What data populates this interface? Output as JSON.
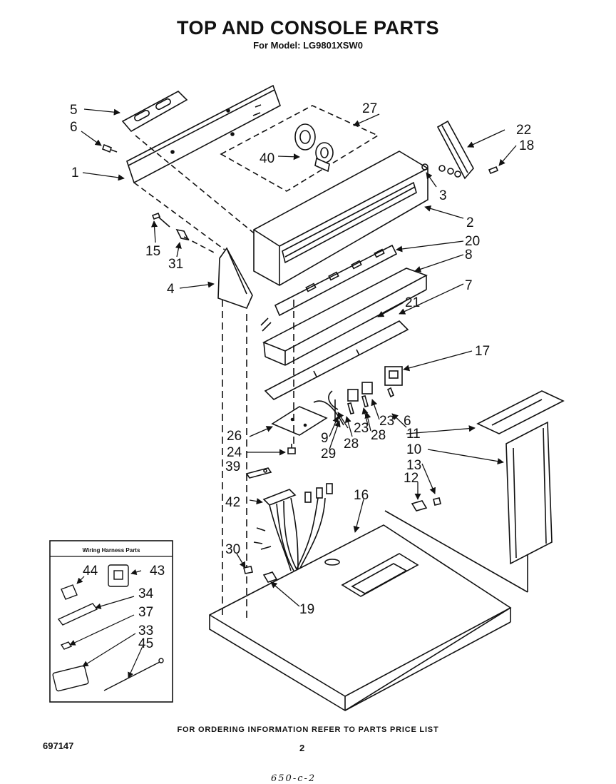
{
  "header": {
    "title": "TOP AND CONSOLE PARTS",
    "subtitle": "For Model: LG9801XSW0"
  },
  "callouts": {
    "c1": "1",
    "c2": "2",
    "c3": "3",
    "c4": "4",
    "c5": "5",
    "c6a": "6",
    "c6b": "6",
    "c7": "7",
    "c8": "8",
    "c9": "9",
    "c10": "10",
    "c11": "11",
    "c12": "12",
    "c13": "13",
    "c15": "15",
    "c16": "16",
    "c17": "17",
    "c18": "18",
    "c19": "19",
    "c20": "20",
    "c21": "21",
    "c22": "22",
    "c23a": "23",
    "c23b": "23",
    "c24": "24",
    "c26": "26",
    "c27": "27",
    "c28a": "28",
    "c28b": "28",
    "c29": "29",
    "c30": "30",
    "c31": "31",
    "c39": "39",
    "c40": "40",
    "c42": "42"
  },
  "inset": {
    "title": "Wiring Harness Parts",
    "c44": "44",
    "c43": "43",
    "c34": "34",
    "c37": "37",
    "c33": "33",
    "c45": "45"
  },
  "footer": {
    "ordering_note": "FOR ORDERING INFORMATION REFER TO PARTS PRICE LIST",
    "doc_number": "697147",
    "page_number": "2",
    "handwritten_note": "650-c-2"
  }
}
